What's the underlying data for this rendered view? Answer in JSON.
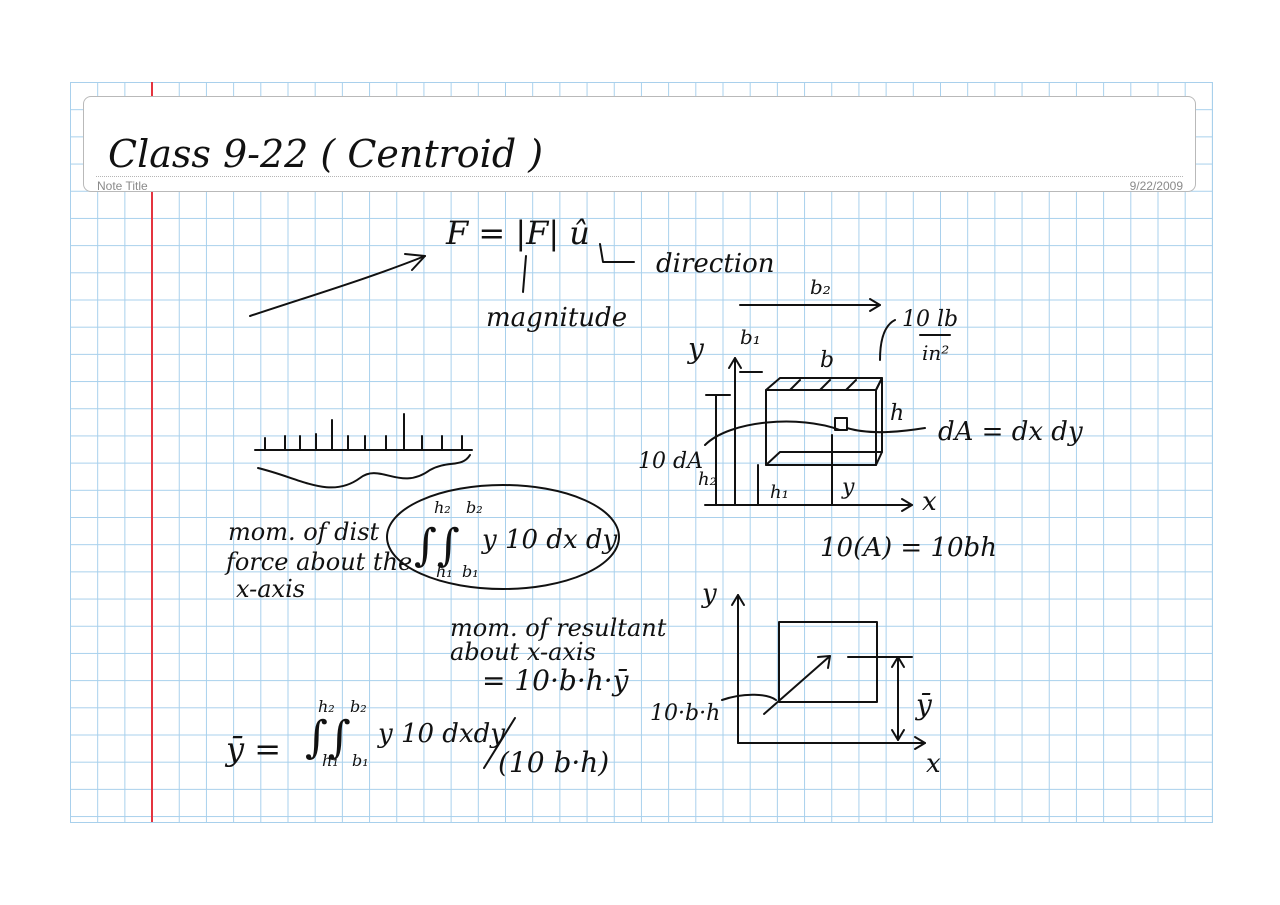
{
  "header": {
    "title": "Class 9-22 ( Centroid )",
    "note_title_label": "Note Title",
    "date": "9/22/2009"
  },
  "ink": {
    "force_eq": "F = |F| û",
    "direction": "direction",
    "magnitude": "magnitude",
    "b2_top": "b₂",
    "b1_top": "b₁",
    "b_mid": "b",
    "y_axis_top": "y",
    "load": "10 lb",
    "load_unit": "in²",
    "h_label": "h",
    "dA_eq": "dA = dx dy",
    "ten_dA": "10 dA",
    "h2_label": "h₂",
    "h1_label": "h₁",
    "y_small": "y",
    "x_axis_top": "x",
    "ten_A": "10(A) = 10bh",
    "mom_dist_1": "mom. of dist",
    "mom_dist_2": "force about the",
    "mom_dist_3": "x-axis",
    "int_upper_h": "h₂",
    "int_upper_b": "b₂",
    "int_integrand": "y 10 dx dy",
    "int_lower_h": "h₁",
    "int_lower_b": "b₁",
    "y_axis_bottom": "y",
    "mom_res_1": "mom. of resultant",
    "mom_res_2": "about x-axis",
    "mom_res_3": "= 10·b·h·ȳ",
    "ten_bh": "10·b·h",
    "ybar_label": "ȳ",
    "x_axis_bottom": "x",
    "ybar_lhs": "ȳ =",
    "eq_upper_h": "h₂",
    "eq_upper_b": "b₂",
    "eq_integrand": "y 10 dxdy",
    "eq_lower_h": "h₁",
    "eq_lower_b": "b₁",
    "eq_denominator": "(10 b·h)"
  }
}
